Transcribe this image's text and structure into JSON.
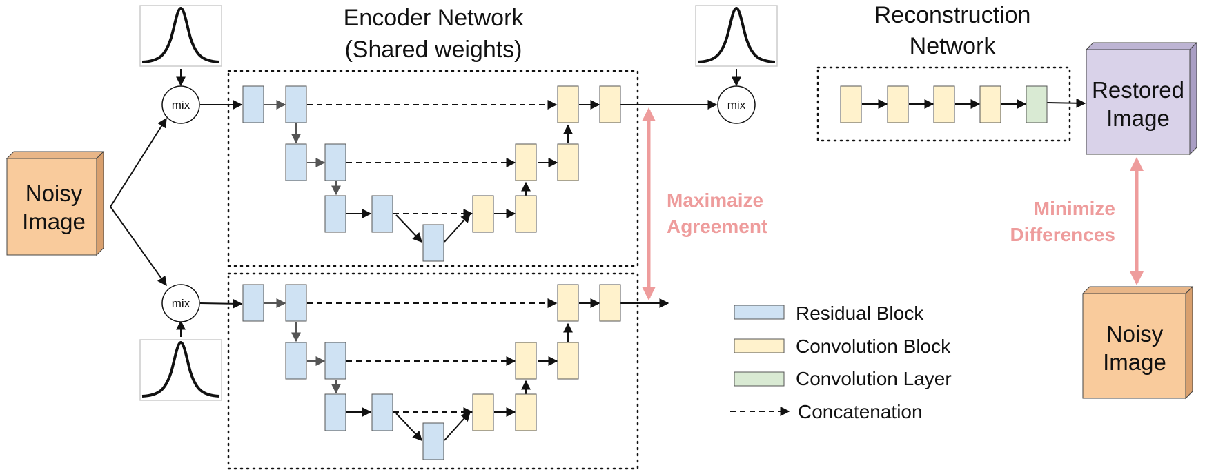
{
  "encoder_title": [
    "Encoder Network",
    "(Shared weights)"
  ],
  "reconstruction_title": [
    "Reconstruction",
    "Network"
  ],
  "noisy_input": [
    "Noisy",
    "Image"
  ],
  "restored_output": [
    "Restored",
    "Image"
  ],
  "noisy_target": [
    "Noisy",
    "Image"
  ],
  "mix_label": "mix",
  "agreement_label": [
    "Maximaize",
    "Agreement"
  ],
  "differences_label": [
    "Minimize",
    "Differences"
  ],
  "legend": [
    {
      "label": "Residual Block",
      "swatch": "residual"
    },
    {
      "label": "Convolution Block",
      "swatch": "conv-block"
    },
    {
      "label": "Convolution Layer",
      "swatch": "conv-layer"
    },
    {
      "label": "Concatenation",
      "swatch": "dashed-arrow"
    }
  ],
  "colors": {
    "residual": "#cfe2f3",
    "conv_block": "#fff2cc",
    "conv_layer": "#d9ead3",
    "noisy": "#f9cb9c",
    "restored": "#d9d2e9",
    "accent": "#ee9c9c",
    "stroke": "#333333"
  }
}
